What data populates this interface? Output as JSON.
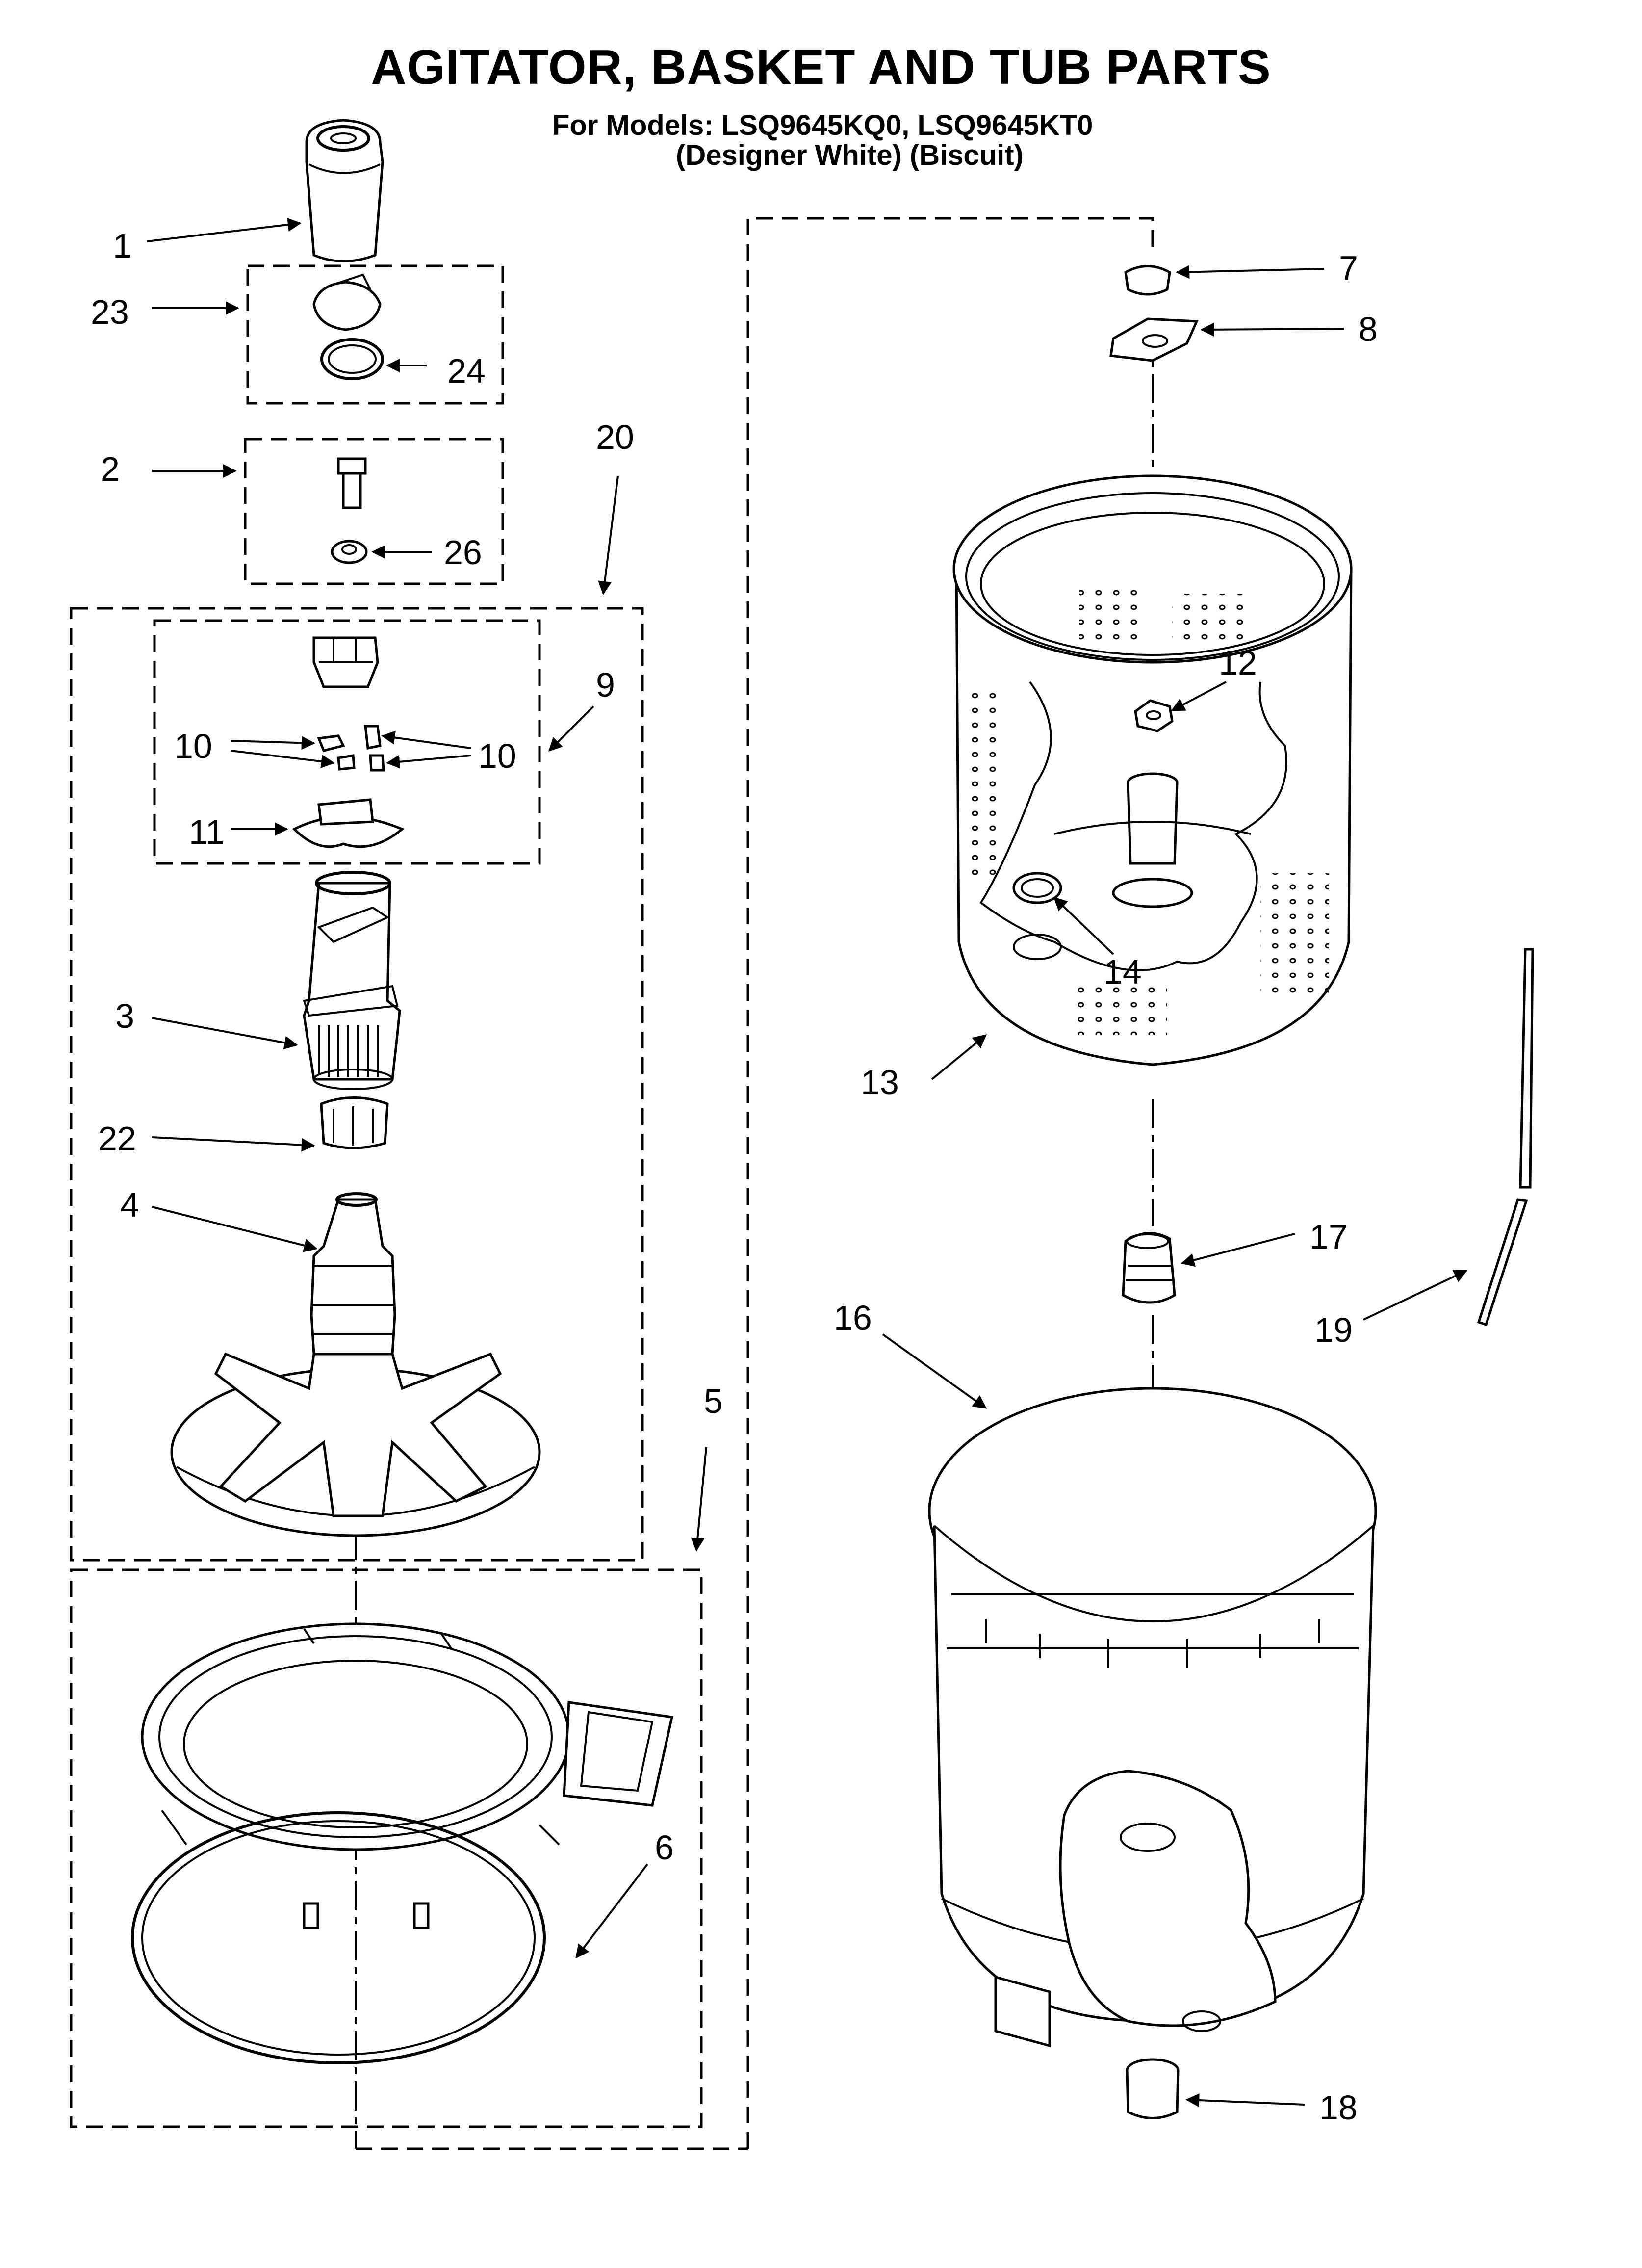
{
  "header": {
    "title": "AGITATOR, BASKET AND TUB PARTS",
    "models_line": "For Models: LSQ9645KQ0, LSQ9645KT0",
    "variants_line": "(Designer White)  (Biscuit)"
  },
  "callouts": {
    "c1": "1",
    "c2": "2",
    "c3": "3",
    "c4": "4",
    "c5": "5",
    "c6": "6",
    "c7": "7",
    "c8": "8",
    "c9": "9",
    "c10a": "10",
    "c10b": "10",
    "c11": "11",
    "c12": "12",
    "c13": "13",
    "c14": "14",
    "c16": "16",
    "c17": "17",
    "c18": "18",
    "c19": "19",
    "c20": "20",
    "c22": "22",
    "c23": "23",
    "c24": "24",
    "c26": "26"
  },
  "style": {
    "line_color": "#000000",
    "background": "#ffffff"
  }
}
